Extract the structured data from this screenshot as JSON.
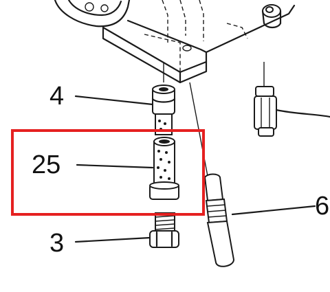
{
  "diagram": {
    "callouts": [
      {
        "id": "part-4",
        "label": "4"
      },
      {
        "id": "part-25",
        "label": "25"
      },
      {
        "id": "part-3",
        "label": "3"
      },
      {
        "id": "part-6",
        "label": "6"
      }
    ],
    "highlight_color": "#e52020",
    "line_color": "#1a1a1a"
  }
}
